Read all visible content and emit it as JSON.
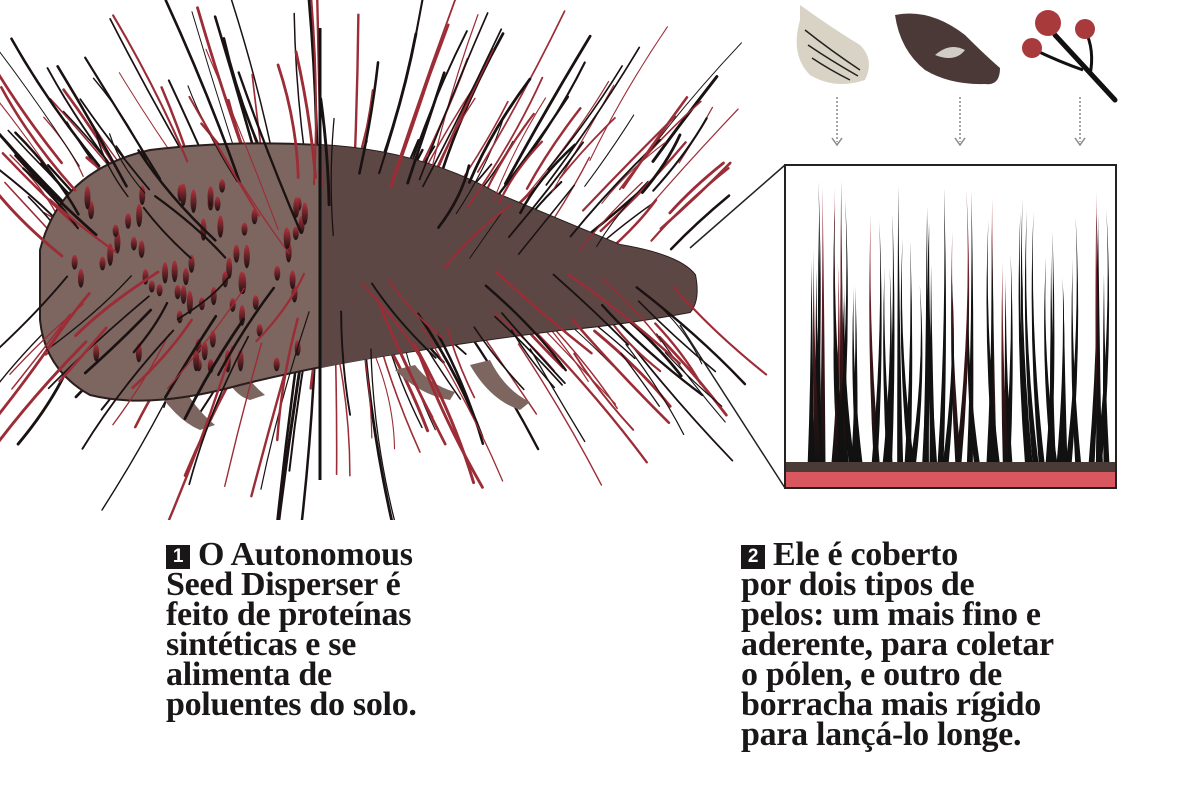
{
  "illustration": {
    "subject": "Autonomous Seed Disperser robot creature",
    "colors": {
      "body": "#7d6560",
      "body_dark": "#4a3836",
      "hair_dark": "#1a1212",
      "hair_red": "#b0323c",
      "base_red": "#d9575f",
      "base_brown": "#4a3a38",
      "feather": "#d8d3c5",
      "seed": "#4b3937",
      "berry": "#a83a3c"
    }
  },
  "seed_icons": [
    {
      "name": "feather-seed"
    },
    {
      "name": "almond-seed"
    },
    {
      "name": "berry-branch"
    }
  ],
  "captions": [
    {
      "number": "1",
      "lines": [
        "O Autonomous",
        "Seed Disperser é",
        "feito de proteínas",
        "sintéticas e se",
        "alimenta de",
        "poluentes do solo."
      ]
    },
    {
      "number": "2",
      "lines": [
        "Ele é coberto",
        "por dois tipos de",
        "pelos: um mais fino e",
        "aderente, para coletar",
        "o pólen, e outro de",
        "borracha mais rígido",
        "para lançá-lo longe."
      ]
    }
  ]
}
